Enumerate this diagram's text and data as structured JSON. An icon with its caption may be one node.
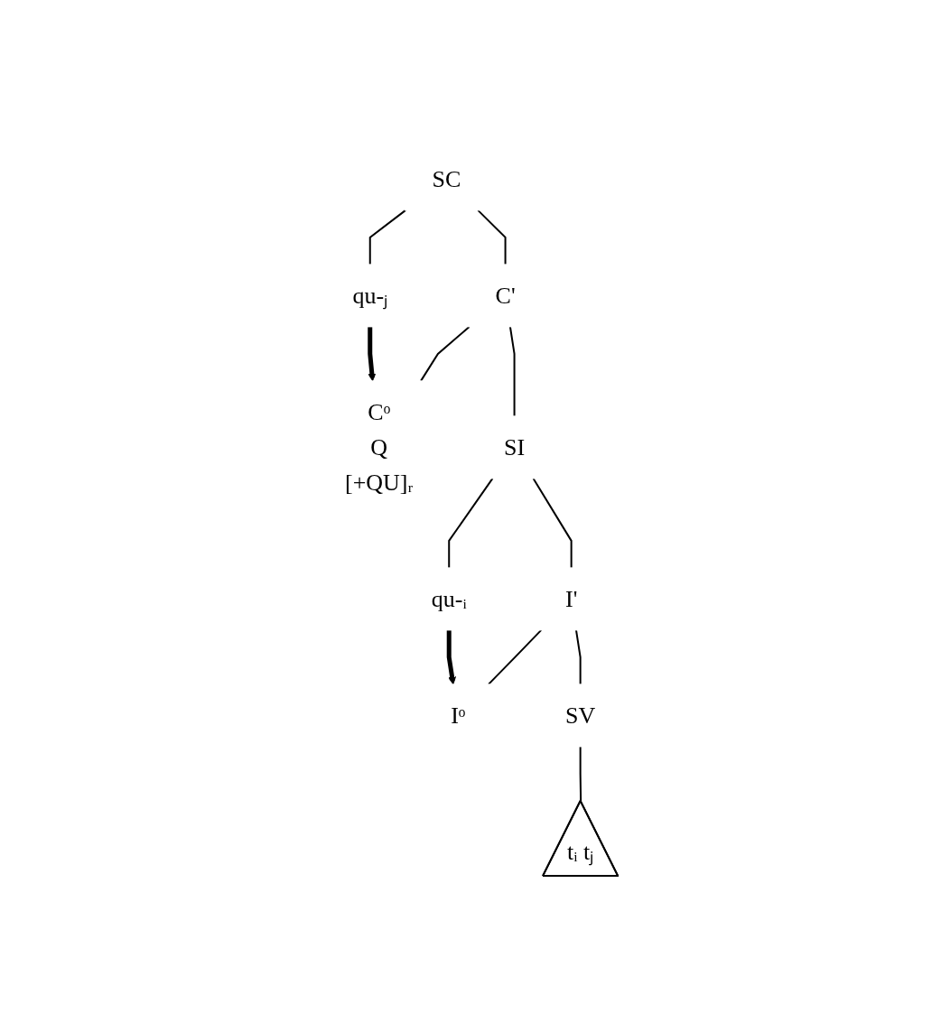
{
  "diagram": {
    "nodes": [
      {
        "text": [
          "SC"
        ]
      },
      {
        "text": [
          "qu-ⱼ"
        ]
      },
      {
        "text": [
          "C'"
        ]
      },
      {
        "text": [
          "Cᵒ",
          "Q",
          "[+QU]ᵣ"
        ]
      },
      {
        "text": [
          "SI"
        ]
      },
      {
        "text": [
          "qu-ᵢ"
        ]
      },
      {
        "text": [
          "I'"
        ]
      },
      {
        "text": [
          "Iᵒ"
        ]
      },
      {
        "text": [
          "SV"
        ]
      },
      {
        "text": [
          "tᵢ tⱼ"
        ]
      }
    ],
    "edges": [
      {
        "from": 0,
        "to": 1,
        "arrow": "none"
      },
      {
        "from": 0,
        "to": 2,
        "arrow": "none"
      },
      {
        "from": 2,
        "to": 3,
        "arrow": "none"
      },
      {
        "from": 2,
        "to": 4,
        "arrow": "none"
      },
      {
        "from": 1,
        "to": 3,
        "arrow": "to",
        "style": "thick"
      },
      {
        "from": 4,
        "to": 5,
        "arrow": "none"
      },
      {
        "from": 4,
        "to": 6,
        "arrow": "none"
      },
      {
        "from": 6,
        "to": 7,
        "arrow": "none"
      },
      {
        "from": 6,
        "to": 8,
        "arrow": "none"
      },
      {
        "from": 5,
        "to": 7,
        "arrow": "to",
        "style": "thick"
      },
      {
        "from": 8,
        "to": 9,
        "arrow": "none"
      }
    ]
  }
}
